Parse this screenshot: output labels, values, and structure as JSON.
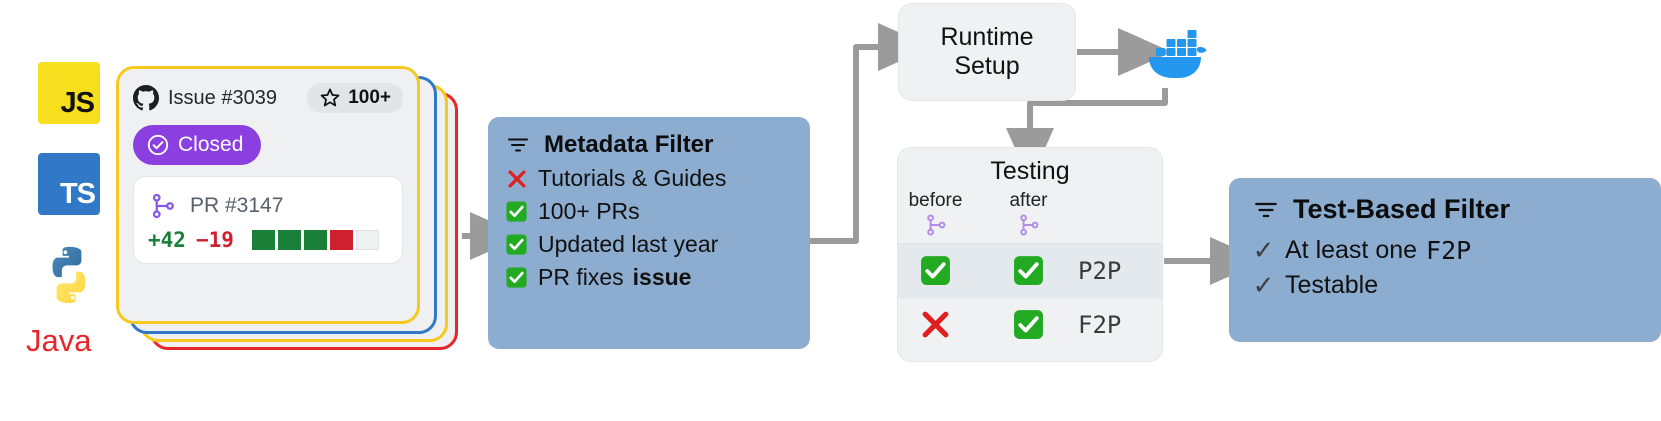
{
  "languages": [
    {
      "name": "JavaScript",
      "badge": "JS",
      "icon": "js-logo-icon",
      "color": "#f7df1e"
    },
    {
      "name": "TypeScript",
      "badge": "TS",
      "icon": "ts-logo-icon",
      "color": "#3178c6"
    },
    {
      "name": "Python",
      "badge": "",
      "icon": "python-logo-icon",
      "color": "#3671a4"
    },
    {
      "name": "Java",
      "badge": "Java",
      "icon": "java-wordmark",
      "color": "#e8252a"
    }
  ],
  "issue_card": {
    "source_icon": "github-icon",
    "issue_label": "Issue #3039",
    "star_icon": "star-icon",
    "star_count": "100+",
    "status_icon": "check-circle-icon",
    "status_label": "Closed",
    "status_color": "#8b3fe0",
    "pr_icon": "git-pull-request-icon",
    "pr_label": "PR #3147",
    "additions": "+42",
    "deletions": "−19",
    "diff_blocks": [
      "green",
      "green",
      "green",
      "red",
      "empty"
    ],
    "stack_border_colors": [
      "#f7c81e",
      "#3178c6",
      "#f7c81e",
      "#e8252a"
    ]
  },
  "metadata_filter": {
    "icon": "filter-icon",
    "title": "Metadata Filter",
    "criteria": [
      {
        "mark": "cross",
        "text": "Tutorials & Guides"
      },
      {
        "mark": "check",
        "text": "100+ PRs"
      },
      {
        "mark": "check",
        "text": "Updated last year"
      },
      {
        "mark": "check",
        "text": "PR fixes ",
        "emphasis": "issue"
      }
    ],
    "background": "#8cacd0"
  },
  "runtime_setup": {
    "title_line1": "Runtime",
    "title_line2": "Setup"
  },
  "docker": {
    "icon": "docker-whale-icon",
    "color": "#2396ed"
  },
  "testing": {
    "title": "Testing",
    "columns": [
      "before",
      "after"
    ],
    "column_icon": "git-pull-request-icon",
    "rows": [
      {
        "before": "check",
        "after": "check",
        "name": "P2P"
      },
      {
        "before": "cross",
        "after": "check",
        "name": "F2P"
      }
    ]
  },
  "test_based_filter": {
    "icon": "filter-icon",
    "title": "Test-Based Filter",
    "criteria": [
      {
        "mark": "check",
        "text": "At least one ",
        "mono": "F2P"
      },
      {
        "mark": "check",
        "text": "Testable",
        "mono": ""
      }
    ],
    "background": "#8cacd0"
  },
  "connectors": {
    "color": "#9b9b9b"
  }
}
